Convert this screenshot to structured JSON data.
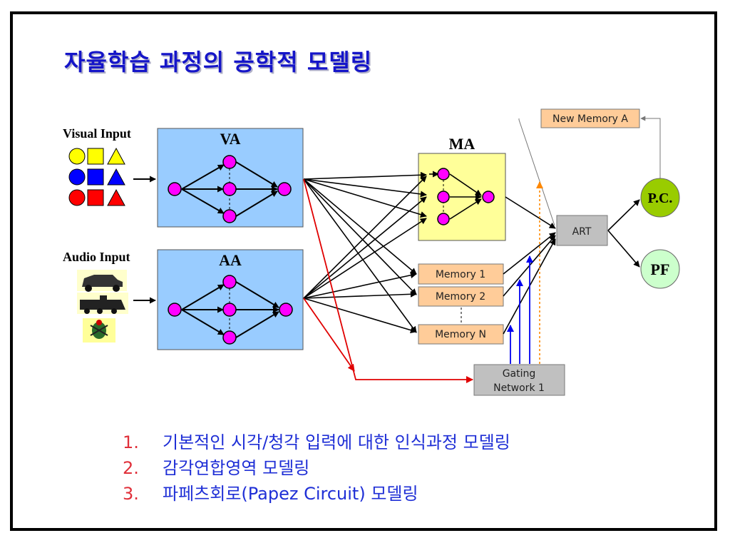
{
  "slide": {
    "title": "자율학습 과정의 공학적 모델링"
  },
  "diagram": {
    "visual_input_label": "Visual Input",
    "audio_input_label": "Audio Input",
    "va_label": "VA",
    "aa_label": "AA",
    "ma_label": "MA",
    "new_memory_label": "New Memory A",
    "memory_1_label": "Memory 1",
    "memory_2_label": "Memory 2",
    "memory_n_label": "Memory N",
    "art_label": "ART",
    "gating_line1": "Gating",
    "gating_line2": "Network 1",
    "pc_label": "P.C.",
    "pf_label": "PF",
    "colors": {
      "va_aa_fill": "#99ccff",
      "ma_fill": "#ffff99",
      "memory_fill": "#ffcc99",
      "art_fill": "#c0c0c0",
      "pc_fill": "#99cc00",
      "pf_fill": "#ccffcc",
      "node_fill": "#ff00ff",
      "feedback_arrow": "#e00000",
      "gating_arrow": "#0000ee",
      "dashed_arrow": "#ff8800"
    }
  },
  "list": [
    {
      "num": "1.",
      "text": "기본적인 시각/청각 입력에 대한 인식과정 모델링"
    },
    {
      "num": "2.",
      "text": "감각연합영역 모델링"
    },
    {
      "num": "3.",
      "text": "파페츠회로(Papez Circuit) 모델링"
    }
  ]
}
